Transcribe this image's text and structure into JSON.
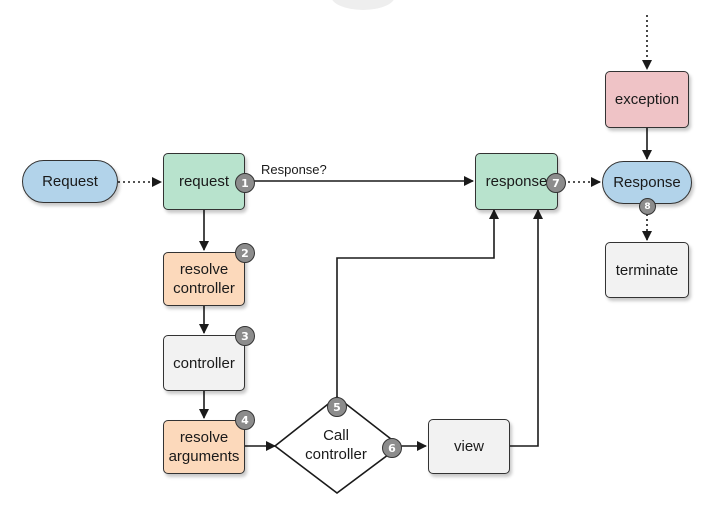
{
  "nodes": {
    "request_pill": "Request",
    "request_box": "request",
    "resolve_controller": [
      "resolve",
      "controller"
    ],
    "controller": "controller",
    "resolve_arguments": [
      "resolve",
      "arguments"
    ],
    "call_controller": [
      "Call",
      "controller"
    ],
    "view": "view",
    "response_box": "response",
    "response_pill": "Response",
    "exception": "exception",
    "terminate": "terminate"
  },
  "badges": [
    "1",
    "2",
    "3",
    "4",
    "5",
    "6",
    "7",
    "8"
  ],
  "edge_labels": {
    "response_question": "Response?"
  },
  "colors": {
    "green": "#b8e3cd",
    "orange": "#fcd9bb",
    "grey": "#f2f2f2",
    "blue": "#b2d3ea",
    "red": "#efc3c6",
    "badge": "#8c8c8c",
    "line": "#1a1a1a"
  }
}
